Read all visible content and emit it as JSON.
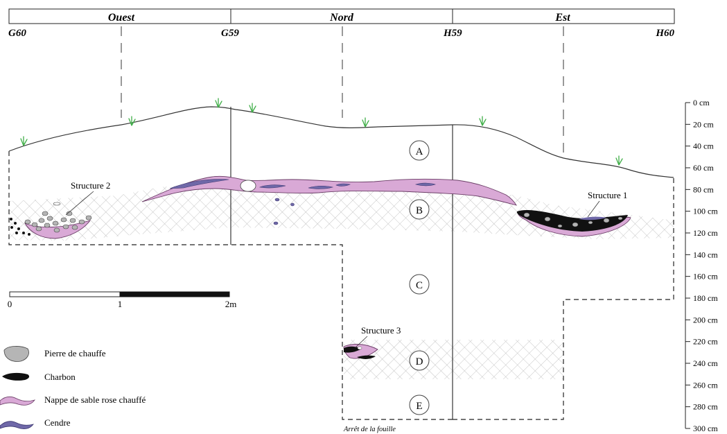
{
  "walls": [
    {
      "label": "Ouest"
    },
    {
      "label": "Nord"
    },
    {
      "label": "Est"
    }
  ],
  "grid_points": [
    {
      "label": "G60"
    },
    {
      "label": "G59"
    },
    {
      "label": "H59"
    },
    {
      "label": "H60"
    }
  ],
  "layers": [
    {
      "label": "A"
    },
    {
      "label": "B"
    },
    {
      "label": "C"
    },
    {
      "label": "D"
    },
    {
      "label": "E"
    }
  ],
  "structures": [
    {
      "label": "Structure 1"
    },
    {
      "label": "Structure 2"
    },
    {
      "label": "Structure 3"
    }
  ],
  "depth_scale": {
    "unit": "cm",
    "ticks": [
      "0 cm",
      "20 cm",
      "40 cm",
      "60 cm",
      "80 cm",
      "100 cm",
      "120 cm",
      "140 cm",
      "160 cm",
      "180 cm",
      "200 cm",
      "220 cm",
      "240 cm",
      "260 cm",
      "280 cm",
      "300 cm"
    ]
  },
  "scale_bar": {
    "labels": [
      "0",
      "1",
      "2m"
    ]
  },
  "legend": [
    {
      "label": "Pierre de chauffe",
      "color": "#b5b5b5"
    },
    {
      "label": "Charbon",
      "color": "#111111"
    },
    {
      "label": "Nappe de sable rose chauffé",
      "color": "#d9a9d6"
    },
    {
      "label": "Cendre",
      "color": "#6f68a8"
    }
  ],
  "bottom_note": "Arrêt de la fouille",
  "colors": {
    "hatch": "#bdbdbd",
    "sand": "#d9a9d6",
    "ash": "#6f68a8",
    "stone": "#b5b5b5",
    "charcoal": "#111111",
    "grass": "#3fae47"
  }
}
